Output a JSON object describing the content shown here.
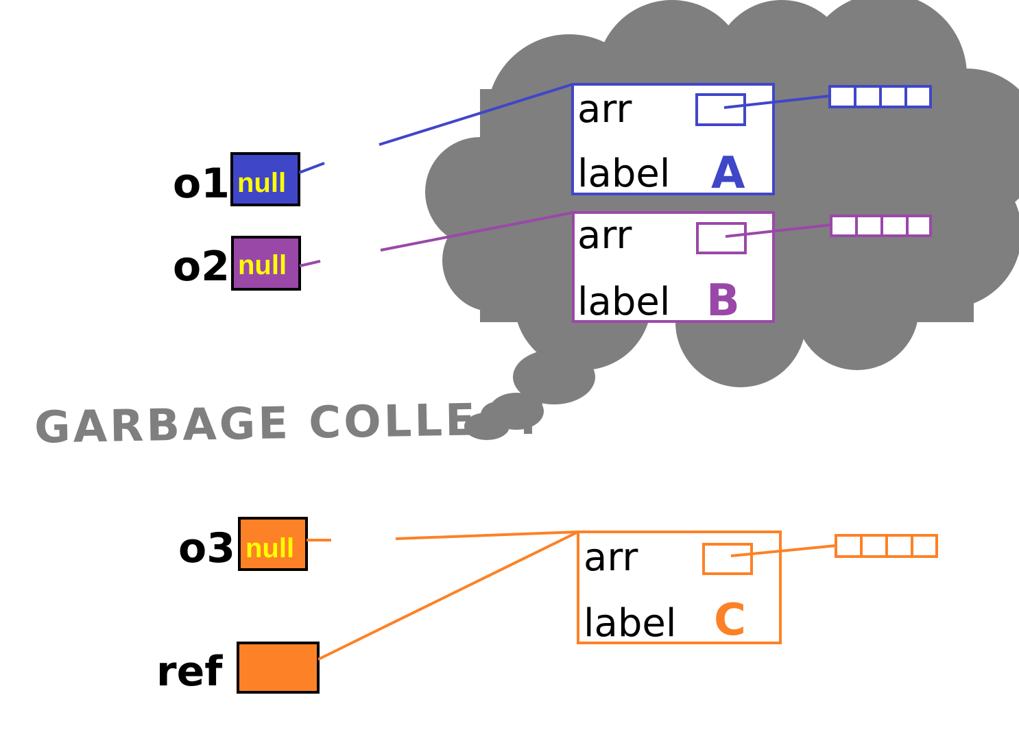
{
  "colors": {
    "o1": "#4046c8",
    "o2": "#9a48a8",
    "o3": "#fd8127",
    "cloud": "#7f7f7f",
    "null_text": "#ffff00",
    "gc_text": "#7f7f7f"
  },
  "variables": {
    "o1": {
      "name": "o1",
      "value": "null"
    },
    "o2": {
      "name": "o2",
      "value": "null"
    },
    "o3": {
      "name": "o3",
      "value": "null"
    },
    "ref": {
      "name": "ref",
      "value": ""
    }
  },
  "objects": {
    "a": {
      "field_arr": "arr",
      "field_label": "label",
      "label_value": "A",
      "array_cells": 4
    },
    "b": {
      "field_arr": "arr",
      "field_label": "label",
      "label_value": "B",
      "array_cells": 4
    },
    "c": {
      "field_arr": "arr",
      "field_label": "label",
      "label_value": "C",
      "array_cells": 4
    }
  },
  "caption": "GARBAGE COLLECT",
  "icons": {
    "cloud": "thought-cloud-icon"
  }
}
